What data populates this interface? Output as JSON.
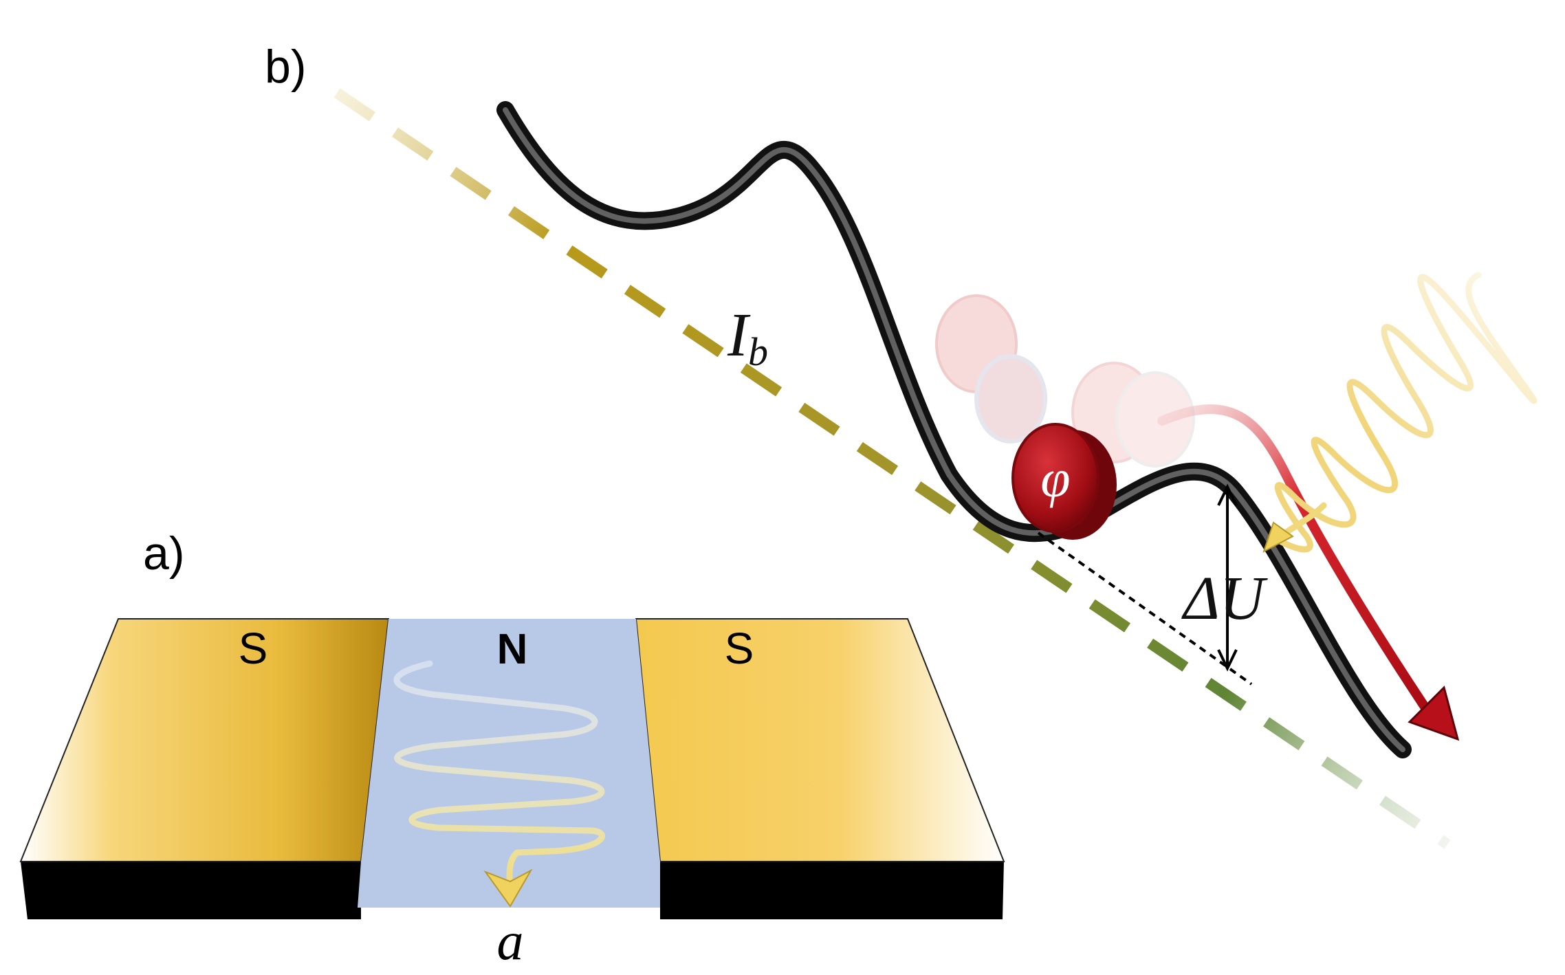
{
  "panel_a": {
    "label": "a)",
    "left_electrode": "S",
    "middle_region": "N",
    "right_electrode": "S",
    "output_label": "a"
  },
  "panel_b": {
    "label": "b)",
    "bias_label_main": "I",
    "bias_label_sub": "b",
    "phase_particle": "φ",
    "barrier_label": "ΔU"
  },
  "colors": {
    "gold": "#f2c44b",
    "gold_dark": "#b98a12",
    "normal_metal": "#b8c9e8",
    "base_black": "#000000",
    "wire": "#2a2a2a",
    "particle_red": "#b3121a",
    "escape_arrow": "#c2121c",
    "photon_yellow": "#f2dc80",
    "dash_olive": "#a89a2a",
    "dash_green": "#6b8a3a"
  }
}
